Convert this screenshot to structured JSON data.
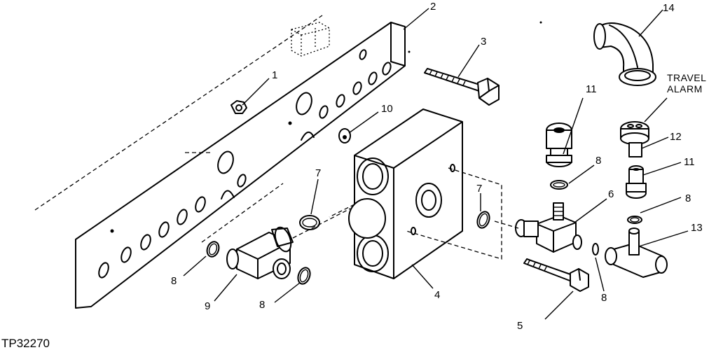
{
  "figure_id": "TP32270",
  "travel_alarm_label": [
    "TRAVEL",
    "ALARM"
  ],
  "callouts": {
    "c1": "1",
    "c2": "2",
    "c3": "3",
    "c4": "4",
    "c5": "5",
    "c6": "6",
    "c7a": "7",
    "c7b": "7",
    "c8a": "8",
    "c8b": "8",
    "c8c": "8",
    "c8d": "8",
    "c8e": "8",
    "c9": "9",
    "c10": "10",
    "c11a": "11",
    "c11b": "11",
    "c12": "12",
    "c13": "13",
    "c14": "14"
  }
}
